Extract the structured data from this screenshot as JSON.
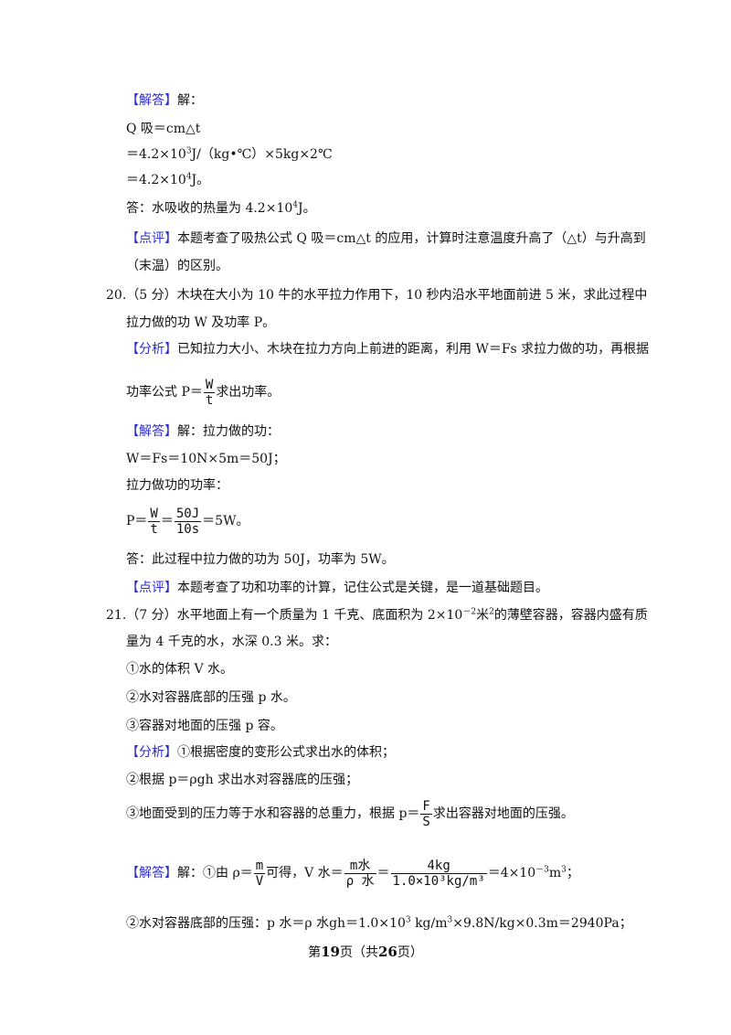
{
  "tags": {
    "answer": "【解答】",
    "analysis": "【分析】",
    "comment": "【点评】"
  },
  "p19": {
    "jie": "解：",
    "formula": "Q 吸＝cm△t",
    "calc1_a": "＝4.2×10",
    "calc1_exp": "3",
    "calc1_b": "J/（kg•℃）×5kg×2℃",
    "calc2_a": "＝4.2×10",
    "calc2_exp": "4",
    "calc2_b": "J。",
    "ans_a": "答：水吸收的热量为 4.2×10",
    "ans_exp": "4",
    "ans_b": "J。",
    "comment_l1": "本题考查了吸热公式 Q 吸＝cm△t 的应用，计算时注意温度升高了（△t）与升高到",
    "comment_l2": "（末温）的区别。"
  },
  "p20": {
    "q_l1": "20.（5 分）木块在大小为 10 牛的水平拉力作用下，10 秒内沿水平地面前进 5 米，求此过程中",
    "q_l2": "拉力做的功 W 及功率 P。",
    "analysis_l1": "已知拉力大小、木块在拉力方向上前进的距离，利用 W＝Fs 求拉力做的功，再根据",
    "analysis_l2_a": "功率公式 P＝",
    "analysis_l2_b": "求出功率。",
    "frac_W": "W",
    "frac_t": "t",
    "ans_intro": "解：拉力做的功：",
    "ans_work": "W＝Fs＝10N×5m＝50J；",
    "ans_power_intro": "拉力做功的功率：",
    "ans_power_a": "P＝",
    "frac_50J": "50J",
    "frac_10s": "10s",
    "eq": "＝",
    "ans_power_b": "＝5W。",
    "ans_final": "答：此过程中拉力做的功为 50J，功率为 5W。",
    "comment": "本题考查了功和功率的计算，记住公式是关键，是一道基础题目。"
  },
  "p21": {
    "q_l1_a": "21.（7 分）水平地面上有一个质量为 1 千克、底面积为 2×10",
    "q_l1_exp": "－2",
    "q_l1_b": "米",
    "q_l1_exp2": "2",
    "q_l1_c": "的薄壁容器，容器内盛有质",
    "q_l2": "量为 4 千克的水，水深 0.3 米。求：",
    "item1": "①水的体积 V 水。",
    "item2": "②水对容器底部的压强 p 水。",
    "item3": "③容器对地面的压强 p 容。",
    "analysis_1": "①根据密度的变形公式求出水的体积；",
    "analysis_2": "②根据 p＝ρgh 求出水对容器底的压强；",
    "analysis_3_a": "③地面受到的压力等于水和容器的总重力，根据 p＝",
    "frac_F": "F",
    "frac_S": "S",
    "analysis_3_b": "求出容器对地面的压强。",
    "ans1_a": "解：①由 ρ＝",
    "frac_m": "m",
    "frac_V": "V",
    "ans1_b": "可得，V 水＝",
    "frac_m_water": "m水",
    "frac_rho_water": "ρ 水",
    "frac_4kg": "4kg",
    "frac_density": "1.0×10³kg/m³",
    "ans1_c": "＝4×10",
    "ans1_exp": "－3",
    "ans1_d": "m",
    "ans1_exp2": "3",
    "ans1_e": "；",
    "ans2_a": "②水对容器底部的压强：p 水＝ρ 水gh＝1.0×10",
    "ans2_exp": "3",
    "ans2_b": " kg/m",
    "ans2_exp2": "3",
    "ans2_c": "×9.8N/kg×0.3m＝2940Pa；"
  },
  "footer": {
    "pre": "第",
    "page": "19",
    "mid": "页（共",
    "total": "26",
    "post": "页）"
  }
}
